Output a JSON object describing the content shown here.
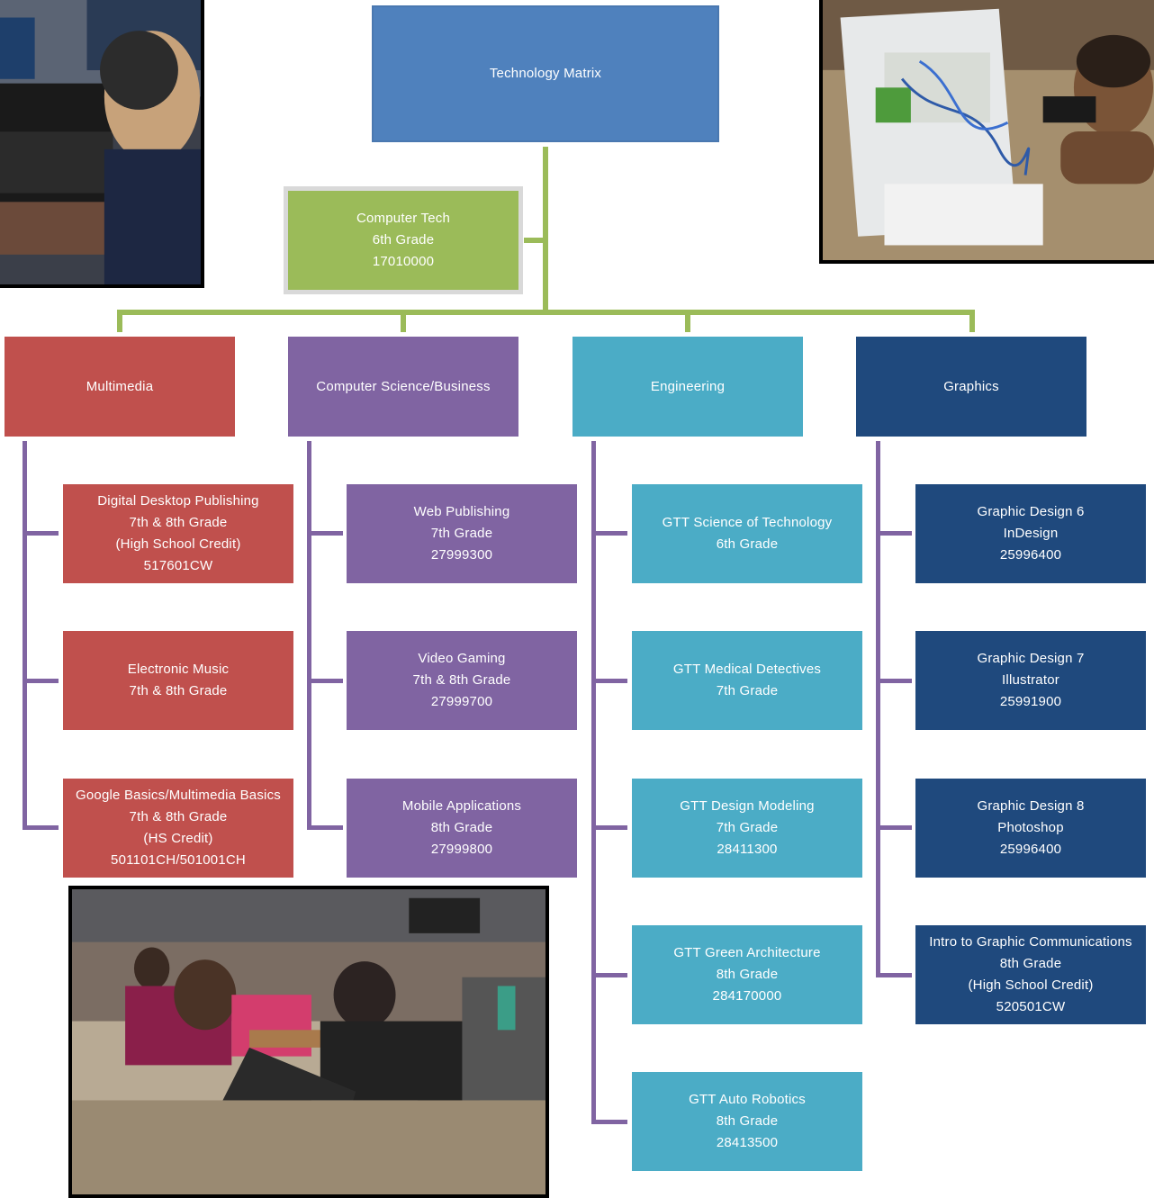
{
  "root": {
    "title": "Technology Matrix"
  },
  "computer_tech": {
    "lines": [
      "Computer Tech",
      "6th Grade",
      "17010000"
    ]
  },
  "categories": [
    {
      "title": "Multimedia",
      "courses": [
        {
          "lines": [
            "Digital Desktop Publishing",
            "7th & 8th Grade",
            "(High School Credit)",
            "517601CW"
          ]
        },
        {
          "lines": [
            "Electronic Music",
            "7th & 8th Grade"
          ]
        },
        {
          "lines": [
            "Google Basics/Multimedia Basics",
            "7th & 8th Grade",
            "(HS Credit)",
            "501101CH/501001CH"
          ]
        }
      ]
    },
    {
      "title": "Computer Science/Business",
      "courses": [
        {
          "lines": [
            "Web Publishing",
            "7th Grade",
            "27999300"
          ]
        },
        {
          "lines": [
            "Video Gaming",
            "7th & 8th Grade",
            "27999700"
          ]
        },
        {
          "lines": [
            "Mobile Applications",
            "8th Grade",
            "27999800"
          ]
        }
      ]
    },
    {
      "title": "Engineering",
      "courses": [
        {
          "lines": [
            "GTT Science of Technology",
            "6th Grade"
          ]
        },
        {
          "lines": [
            "GTT Medical Detectives",
            "7th Grade"
          ]
        },
        {
          "lines": [
            "GTT Design Modeling",
            "7th Grade",
            "28411300"
          ]
        },
        {
          "lines": [
            "GTT Green Architecture",
            "8th Grade",
            "284170000"
          ]
        },
        {
          "lines": [
            "GTT Auto Robotics",
            "8th Grade",
            "28413500"
          ]
        }
      ]
    },
    {
      "title": "Graphics",
      "courses": [
        {
          "lines": [
            "Graphic Design 6",
            "InDesign",
            "25996400"
          ]
        },
        {
          "lines": [
            "Graphic Design 7",
            "Illustrator",
            "25991900"
          ]
        },
        {
          "lines": [
            "Graphic Design 8",
            "Photoshop",
            "25996400"
          ]
        },
        {
          "lines": [
            "Intro to Graphic Communications",
            "8th Grade",
            "(High School Credit)",
            "520501CW"
          ]
        }
      ]
    }
  ],
  "colors": {
    "root": "#4f81bd",
    "computer_tech": "#9bbb59",
    "multimedia": "#c0504d",
    "computer_science": "#8064a2",
    "engineering": "#4bacc6",
    "graphics": "#1f497d",
    "connector_green": "#9bbb59",
    "connector_purple": "#8064a2"
  }
}
